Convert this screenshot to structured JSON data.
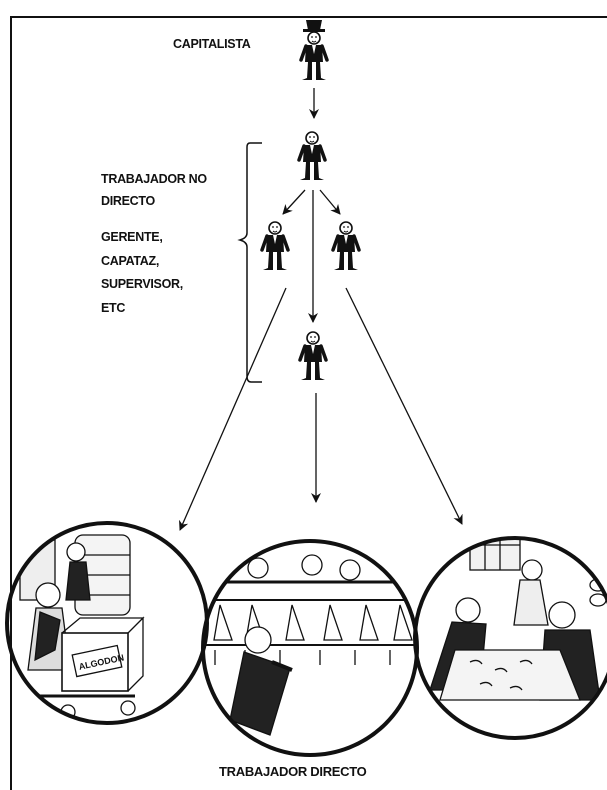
{
  "hierarchy": {
    "capitalist_label": "CAPITALISTA",
    "indirect_worker_line1": "TRABAJADOR NO",
    "indirect_worker_line2": "DIRECTO",
    "roles": [
      "GERENTE,",
      "CAPATAZ,",
      "SUPERVISOR,",
      "ETC"
    ],
    "direct_worker_label": "TRABAJADOR DIRECTO",
    "bale_text": "ALGODON"
  },
  "icons": [
    "capitalist-figure-icon",
    "manager-figure-icon",
    "foreman-figure-icon",
    "supervisor-figure-icon",
    "worker-figure-icon",
    "cotton-handling-scene-icon",
    "spinning-scene-icon",
    "inspection-scene-icon"
  ],
  "colors": {
    "ink": "#111111",
    "paper": "#ffffff"
  }
}
